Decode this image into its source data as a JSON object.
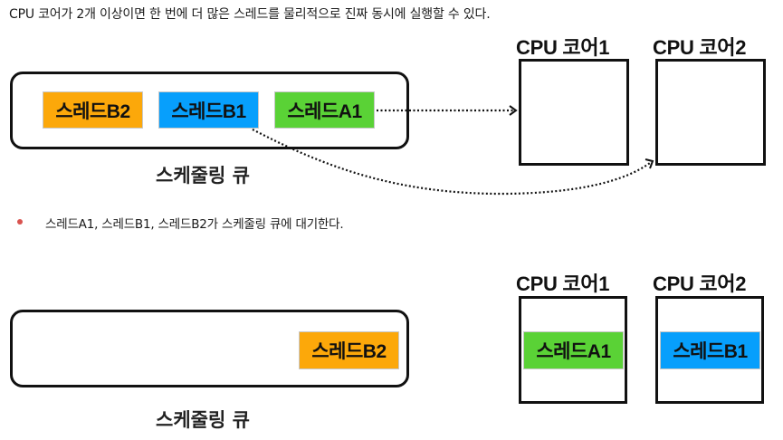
{
  "intro_text": "CPU 코어가 2개 이상이면 한 번에 더 많은 스레드를 물리적으로 진짜 동시에 실행할 수 있다.",
  "colors": {
    "thread_a1": "#5ad236",
    "thread_b1": "#079ffc",
    "thread_b2": "#fca80a",
    "bullet": "#d9534f",
    "outline": "#111111"
  },
  "diagram_top": {
    "queue_label": "스케줄링 큐",
    "queue_threads": [
      {
        "id": "b2",
        "label": "스레드B2"
      },
      {
        "id": "b1",
        "label": "스레드B1"
      },
      {
        "id": "a1",
        "label": "스레드A1"
      }
    ],
    "cores": [
      {
        "title": "CPU 코어1",
        "thread": null
      },
      {
        "title": "CPU 코어2",
        "thread": null
      }
    ],
    "arrows": [
      {
        "from": "스레드A1",
        "to": "CPU 코어1",
        "style": "dotted"
      },
      {
        "from": "스레드B1",
        "to": "CPU 코어2",
        "style": "dotted-curve"
      }
    ]
  },
  "bullet_text": "스레드A1, 스레드B1, 스레드B2가 스케줄링 큐에 대기한다.",
  "diagram_bottom": {
    "queue_label": "스케줄링 큐",
    "queue_threads": [
      {
        "id": "b2",
        "label": "스레드B2"
      }
    ],
    "cores": [
      {
        "title": "CPU 코어1",
        "thread": "스레드A1"
      },
      {
        "title": "CPU 코어2",
        "thread": "스레드B1"
      }
    ]
  }
}
